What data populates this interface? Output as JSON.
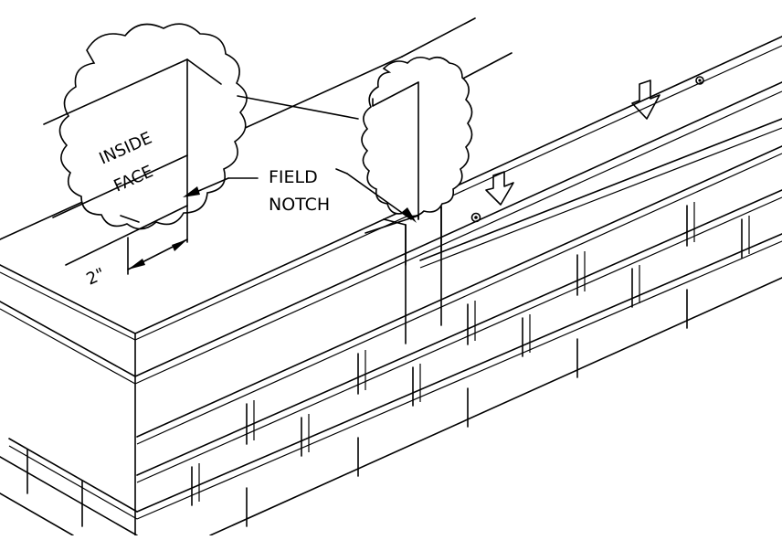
{
  "labels": {
    "field_notch_line1": "FIELD",
    "field_notch_line2": "NOTCH",
    "inside": "INSIDE",
    "face": "FACE",
    "dimension": "2\""
  },
  "colors": {
    "line": "#000000",
    "background": "#ffffff"
  }
}
